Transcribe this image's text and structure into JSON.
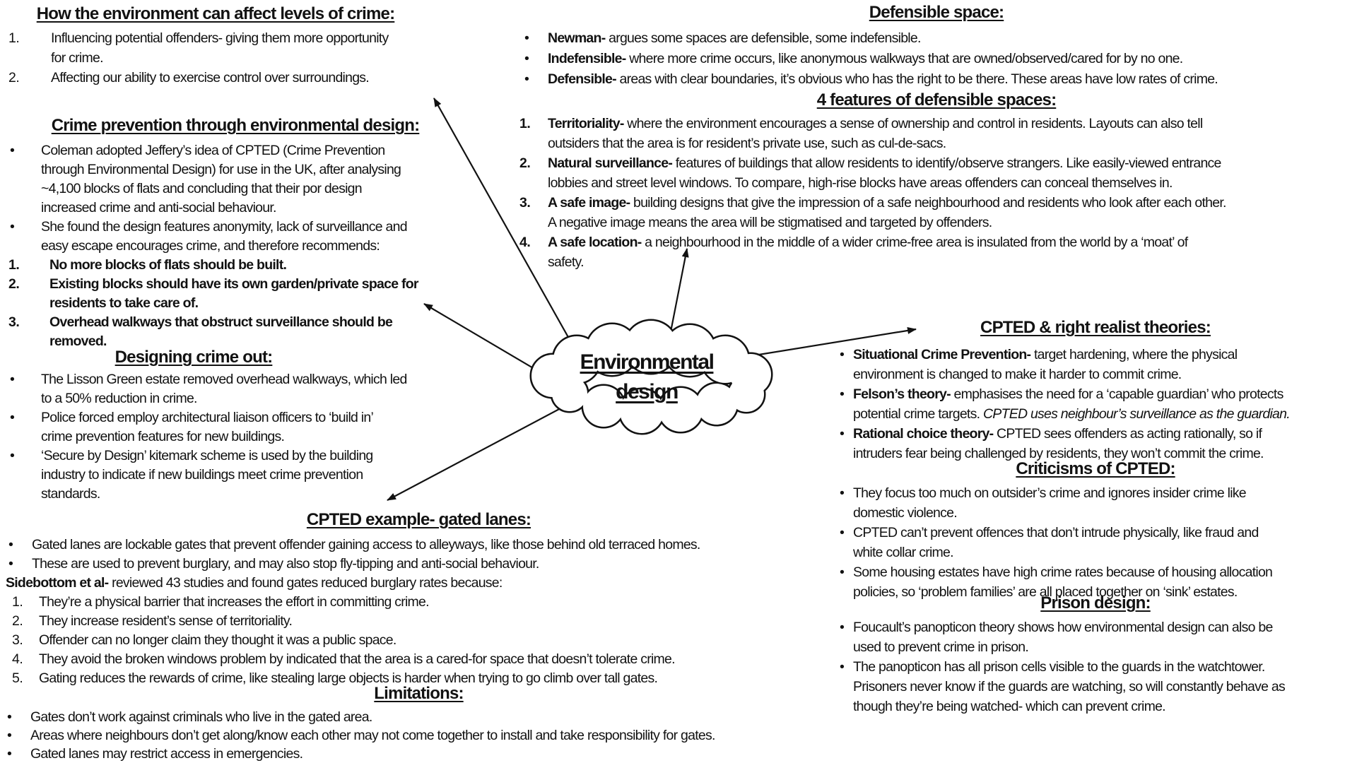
{
  "affect": {
    "title": "How the environment can affect levels of crime:",
    "items": [
      {
        "num": "1.",
        "text": "Influencing potential offenders- giving them more opportunity\nfor crime."
      },
      {
        "num": "2.",
        "text": "Affecting our ability to exercise control over surroundings."
      }
    ]
  },
  "cpted": {
    "title": "Crime prevention through environmental design:",
    "bullets": [
      "Coleman adopted Jeffery’s idea of CPTED (Crime Prevention\nthrough Environmental Design) for use in the UK, after analysing\n~4,100 blocks of flats and concluding that their por design\nincreased crime and anti-social behaviour.",
      "She found the design features anonymity, lack of surveillance and\neasy escape encourages crime, and therefore recommends:"
    ],
    "recommendations": [
      {
        "num": "1.",
        "text": "No more blocks of flats should be built."
      },
      {
        "num": "2.",
        "text": "Existing blocks should have its own garden/private space for\nresidents to take care of."
      },
      {
        "num": "3.",
        "text": "Overhead walkways that obstruct surveillance should be\nremoved."
      }
    ]
  },
  "designing": {
    "title": "Designing crime out:",
    "bullets": [
      "The Lisson Green estate removed overhead walkways, which led\nto a 50% reduction in crime.",
      "Police forced employ architectural liaison officers to ‘build in’\ncrime prevention features for new buildings.",
      "‘Secure by Design’ kitemark scheme is used by the building\nindustry to indicate if new buildings meet crime prevention\nstandards."
    ]
  },
  "gated": {
    "title": "CPTED example- gated lanes:",
    "bullets": [
      "Gated lanes are lockable gates that prevent offender gaining access to alleyways, like those behind old terraced homes.",
      "These are used to prevent burglary, and may also stop fly-tipping and anti-social behaviour."
    ],
    "lead_bold": "Sidebottom et al-",
    "lead_rest": " reviewed 43 studies and found gates reduced burglary rates because:",
    "reasons": [
      {
        "num": "1.",
        "text": "They’re a physical barrier that increases the effort in committing crime."
      },
      {
        "num": "2.",
        "text": "They increase resident’s sense of territoriality."
      },
      {
        "num": "3.",
        "text": "Offender can no longer claim they thought it was a public space."
      },
      {
        "num": "4.",
        "text": "They avoid the broken windows problem by indicated that the area is a cared-for space that doesn’t tolerate crime."
      },
      {
        "num": "5.",
        "text": "Gating reduces the rewards of crime, like stealing large objects is harder when trying to go climb over tall gates."
      }
    ]
  },
  "limitations": {
    "title": "Limitations:",
    "bullets": [
      "Gates don’t work against criminals who live in the gated area.",
      "Areas where neighbours don’t get along/know each other may not come together to install and take responsibility for gates.",
      "Gated lanes may restrict access in emergencies."
    ]
  },
  "defensible": {
    "title": "Defensible space:",
    "items": [
      {
        "lead": "Newman-",
        "text": " argues some spaces are defensible, some indefensible."
      },
      {
        "lead": "Indefensible-",
        "text": " where more crime occurs, like anonymous walkways that are owned/observed/cared for by no one."
      },
      {
        "lead": "Defensible-",
        "text": " areas with clear boundaries, it’s obvious who has the right to be there. These areas have low rates of crime."
      }
    ]
  },
  "features": {
    "title": "4 features of defensible spaces:",
    "items": [
      {
        "num": "1.",
        "lead": "Territoriality-",
        "text": " where the environment encourages a sense of ownership and control in residents. Layouts can also tell\noutsiders that the area is for resident’s private use, such as cul-de-sacs."
      },
      {
        "num": "2.",
        "lead": "Natural surveillance-",
        "text": " features of buildings that allow residents to identify/observe strangers. Like easily-viewed entrance\nlobbies and street level windows. To compare, high-rise blocks have areas offenders can conceal themselves in."
      },
      {
        "num": "3.",
        "lead": "A safe image-",
        "text": " building designs that give the impression of a safe neighbourhood and residents who look after each other.\nA negative image means the area will be stigmatised and targeted by offenders."
      },
      {
        "num": "4.",
        "lead": "A safe location-",
        "text": " a neighbourhood in the middle of a wider crime-free area is insulated from the world by a ‘moat’ of\nsafety."
      }
    ]
  },
  "theories": {
    "title": "CPTED & right realist theories:",
    "items": [
      {
        "lead": "Situational Crime Prevention-",
        "text": " target hardening, where the physical\nenvironment is changed to make it harder to commit crime.",
        "italic": ""
      },
      {
        "lead": "Felson’s theory-",
        "text": " emphasises the need for a ‘capable guardian’ who protects\npotential crime targets. ",
        "italic": "CPTED uses neighbour’s surveillance as the guardian."
      },
      {
        "lead": "Rational choice theory-",
        "text": " CPTED sees offenders as acting rationally, so if\nintruders fear being challenged by residents, they won’t commit the crime.",
        "italic": ""
      }
    ]
  },
  "criticisms": {
    "title": "Criticisms of CPTED:",
    "bullets": [
      "They focus too much on outsider’s crime and ignores insider crime like\ndomestic violence.",
      "CPTED can’t prevent offences that don’t intrude physically, like fraud and\nwhite collar crime.",
      "Some housing estates have high crime rates because of housing allocation\npolicies, so ‘problem families’ are all placed together on ‘sink’ estates."
    ]
  },
  "prison": {
    "title": "Prison design:",
    "bullets": [
      "Foucault’s panopticon theory shows how environmental design can also be\nused to prevent crime in prison.",
      "The panopticon has all prison cells visible to the guards in the watchtower.\nPrisoners never know if the guards are watching, so will constantly behave as\nthough they’re being watched- which can prevent crime."
    ]
  },
  "cloud": {
    "line1": "Environmental",
    "line2": "design"
  },
  "bullet_glyph": "•",
  "ink_color": "#121212"
}
